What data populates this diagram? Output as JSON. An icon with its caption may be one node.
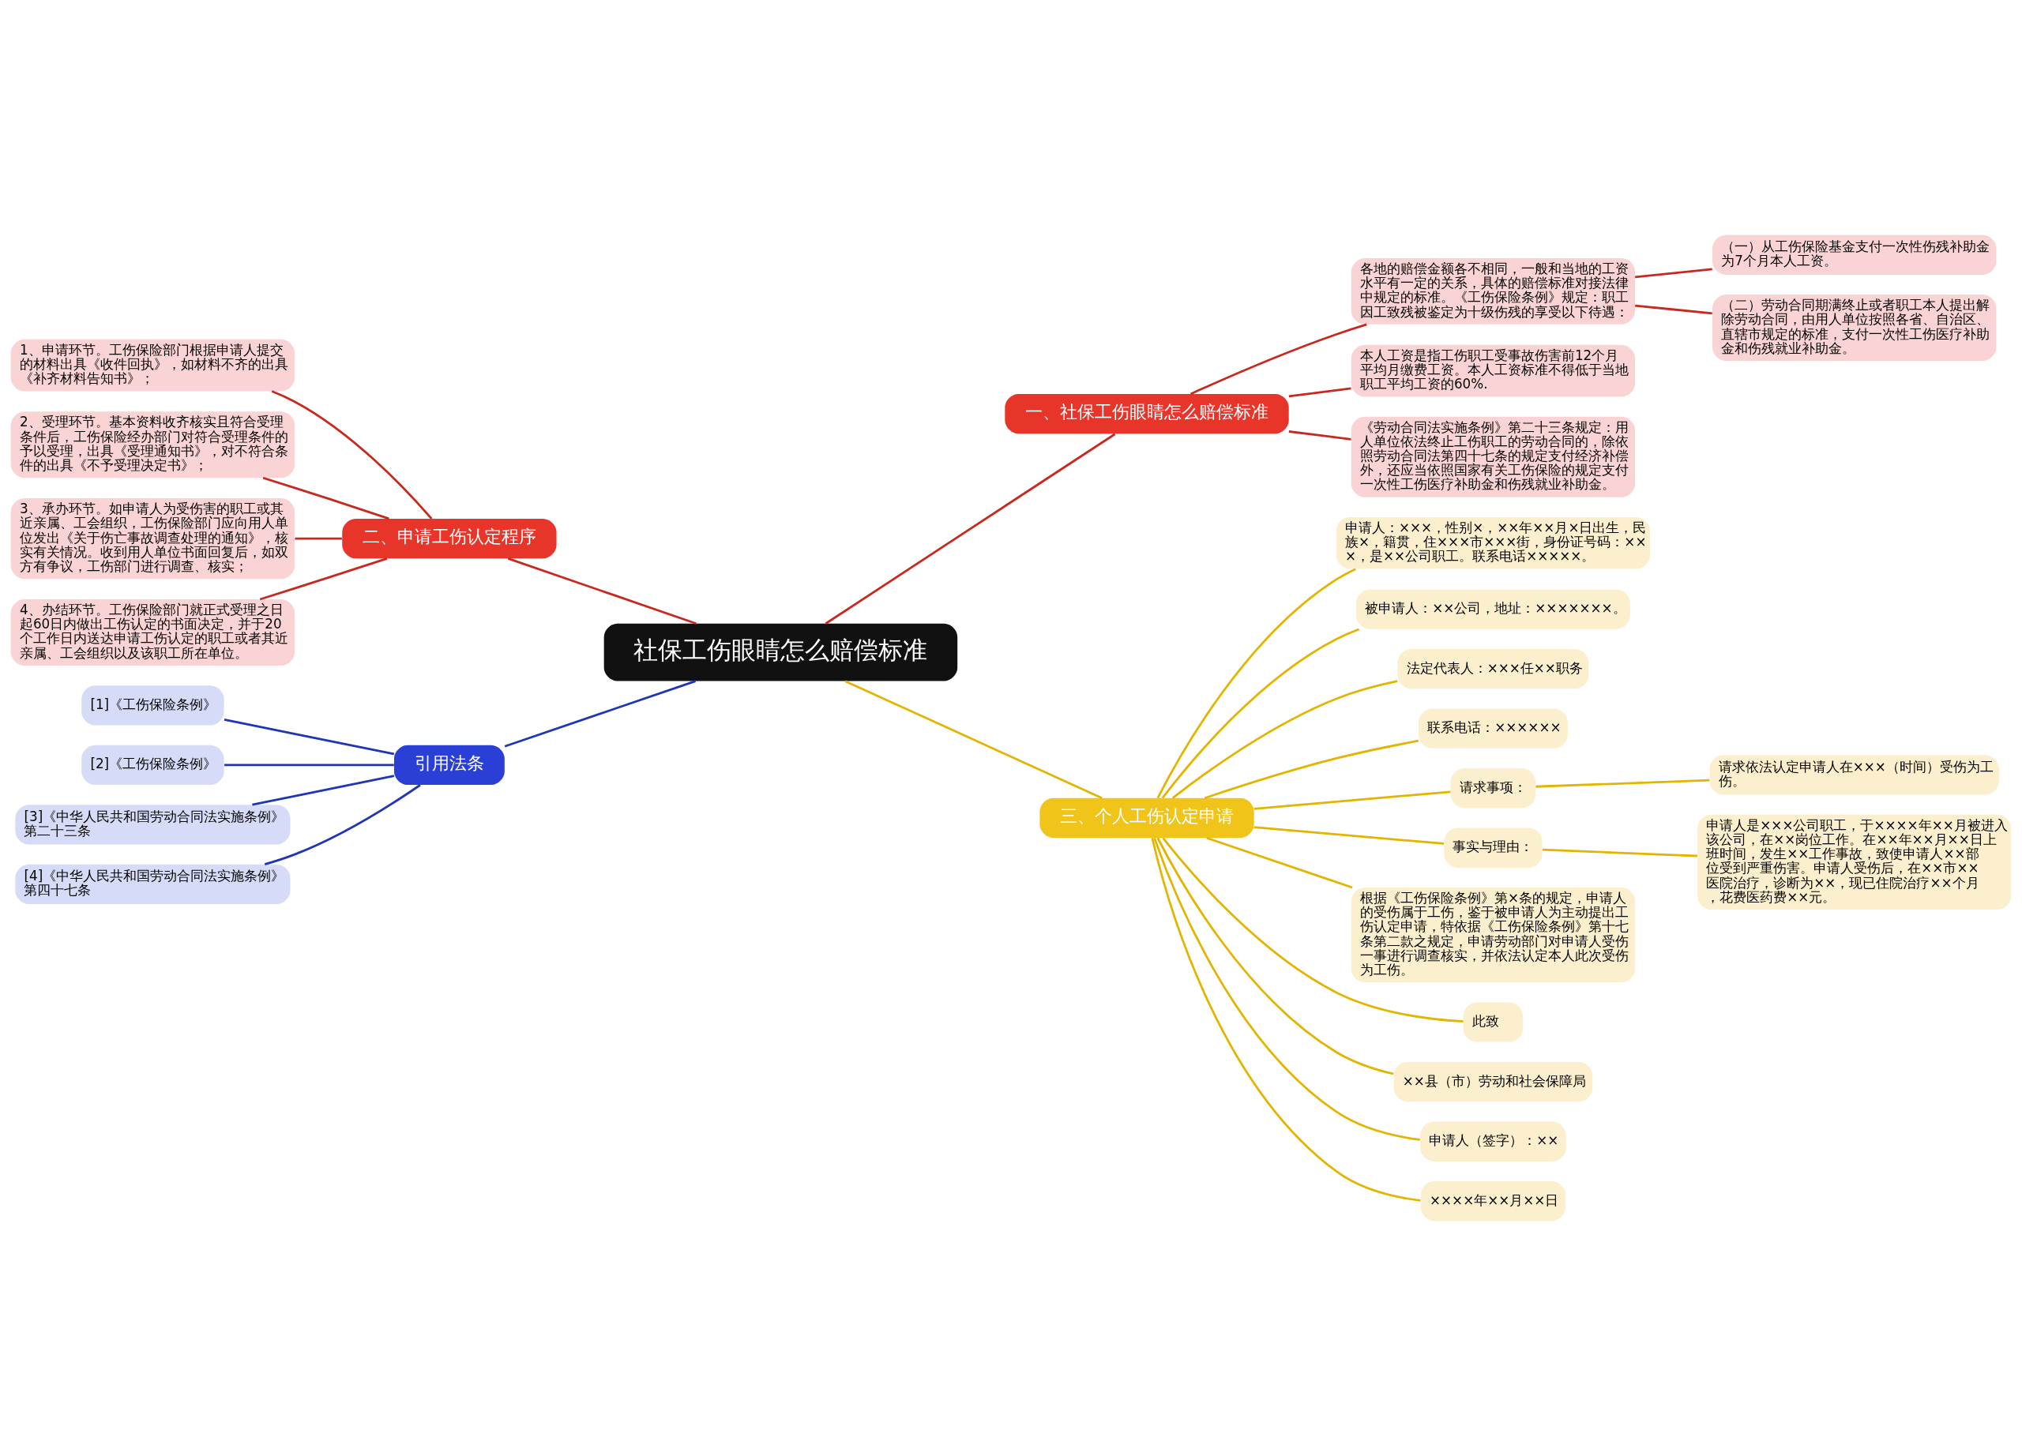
{
  "diagram": {
    "nodes": [
      {
        "text": [
          "社保工伤眼睛怎么赔偿标准"
        ]
      },
      {
        "text": [
          "一、社保工伤眼睛怎么赔偿标准"
        ]
      },
      {
        "text": [
          "各地的赔偿金额各不相同，一般和当地的工资水平有一定的关系，具体的赔偿标准对接法律中规定的标准。《工伤保险条例》规定：职工因工致残被鉴定为十级伤残的享受以下待遇："
        ]
      },
      {
        "text": [
          "（一）从工伤保险基金支付一次性伤残补助金为7个月本人工资。"
        ]
      },
      {
        "text": [
          "（二）劳动合同期满终止或者职工本人提出解除劳动合同，由用人单位按照各省、自治区、直辖市规定的标准，支付一次性工伤医疗补助金和伤残就业补助金。"
        ]
      },
      {
        "text": [
          "本人工资是指工伤职工受事故伤害前12个月平均月缴费工资。本人工资标准不得低于当地职工平均工资的60%."
        ]
      },
      {
        "text": [
          "《劳动合同法实施条例》第二十三条规定：用人单位依法终止工伤职工的劳动合同的，除依照劳动合同法第四十七条的规定支付经济补偿外，还应当依照国家有关工伤保险的规定支付一次性工伤医疗补助金和伤残就业补助金。"
        ]
      },
      {
        "text": [
          "二、申请工伤认定程序"
        ]
      },
      {
        "text": [
          "1、申请环节。工伤保险部门根据申请人提交的材料出具《收件回执》，如材料不齐的出具《补齐材料告知书》；"
        ]
      },
      {
        "text": [
          "2、受理环节。基本资料收齐核实且符合受理条件后，工伤保险经办部门对符合受理条件的予以受理，出具《受理通知书》，对不符合条件的出具《不予受理决定书》；"
        ]
      },
      {
        "text": [
          "3、承办环节。如申请人为受伤害的职工或其近亲属、工会组织，工伤保险部门应向用人单位发出《关于伤亡事故调查处理的通知》，核实有关情况。收到用人单位书面回复后，如双方有争议，工伤部门进行调查、核实；"
        ]
      },
      {
        "text": [
          "4、办结环节。工伤保险部门就正式受理之日起60日内做出工伤认定的书面决定，并于20个工作日内送达申请工伤认定的职工或者其近亲属、工会组织以及该职工所在单位。"
        ]
      },
      {
        "text": [
          "引用法条"
        ]
      },
      {
        "text": [
          "[1]《工伤保险条例》"
        ]
      },
      {
        "text": [
          "[2]《工伤保险条例》"
        ]
      },
      {
        "text": [
          "[3]《中华人民共和国劳动合同法实施条例》第二十三条"
        ]
      },
      {
        "text": [
          "[4]《中华人民共和国劳动合同法实施条例》第四十七条"
        ]
      },
      {
        "text": [
          "三、个人工伤认定申请"
        ]
      },
      {
        "text": [
          "申请人：×××，性别×，××年××月×日出生，民族×，籍贯，住×××市×××街，身份证号码：×××，是××公司职工。联系电话×××××。"
        ]
      },
      {
        "text": [
          "被申请人：××公司，地址：×××××××。"
        ]
      },
      {
        "text": [
          "法定代表人：×××任××职务"
        ]
      },
      {
        "text": [
          "联系电话：××××××"
        ]
      },
      {
        "text": [
          "请求事项："
        ]
      },
      {
        "text": [
          "请求依法认定申请人在×××（时间）受伤为工伤。"
        ]
      },
      {
        "text": [
          "事实与理由："
        ]
      },
      {
        "text": [
          "申请人是×××公司职工，于××××年××月被进入该公司，在××岗位工作。在××年××月××日上班时间，发生××工作事故，致使申请人××部位受到严重伤害。申请人受伤后，在××市××医院治疗，诊断为××，现已住院治疗××个月，花费医药费××元。"
        ]
      },
      {
        "text": [
          "根据《工伤保险条例》第×条的规定，申请人的受伤属于工伤，鉴于被申请人为主动提出工伤认定申请，特依据《工伤保险条例》第十七条第二款之规定，申请劳动部门对申请人受伤一事进行调查核实，并依法认定本人此次受伤为工伤。"
        ]
      },
      {
        "text": [
          "此致"
        ]
      },
      {
        "text": [
          "××县（市）劳动和社会保障局"
        ]
      },
      {
        "text": [
          "申请人（签字）：××"
        ]
      },
      {
        "text": [
          "××××年××月××日"
        ]
      }
    ],
    "edges": [
      {
        "from": 0,
        "to": 1,
        "arrow": "none",
        "color": "#c8281e"
      },
      {
        "from": 1,
        "to": 2,
        "arrow": "none",
        "color": "#c8281e"
      },
      {
        "from": 2,
        "to": 3,
        "arrow": "none",
        "color": "#c8281e"
      },
      {
        "from": 2,
        "to": 4,
        "arrow": "none",
        "color": "#c8281e"
      },
      {
        "from": 1,
        "to": 5,
        "arrow": "none",
        "color": "#c8281e"
      },
      {
        "from": 1,
        "to": 6,
        "arrow": "none",
        "color": "#c8281e"
      },
      {
        "from": 0,
        "to": 7,
        "arrow": "none",
        "color": "#c8281e"
      },
      {
        "from": 7,
        "to": 8,
        "arrow": "none",
        "color": "#c8281e"
      },
      {
        "from": 7,
        "to": 9,
        "arrow": "none",
        "color": "#c8281e"
      },
      {
        "from": 7,
        "to": 10,
        "arrow": "none",
        "color": "#c8281e"
      },
      {
        "from": 7,
        "to": 11,
        "arrow": "none",
        "color": "#c8281e"
      },
      {
        "from": 0,
        "to": 12,
        "arrow": "none",
        "color": "#1f35b8"
      },
      {
        "from": 12,
        "to": 13,
        "arrow": "none",
        "color": "#1f35b8"
      },
      {
        "from": 12,
        "to": 14,
        "arrow": "none",
        "color": "#1f35b8"
      },
      {
        "from": 12,
        "to": 15,
        "arrow": "none",
        "color": "#1f35b8"
      },
      {
        "from": 12,
        "to": 16,
        "arrow": "none",
        "color": "#1f35b8"
      },
      {
        "from": 0,
        "to": 17,
        "arrow": "none"
      },
      {
        "from": 17,
        "to": 18,
        "arrow": "none"
      },
      {
        "from": 17,
        "to": 19,
        "arrow": "none"
      },
      {
        "from": 17,
        "to": 20,
        "arrow": "none"
      },
      {
        "from": 17,
        "to": 21,
        "arrow": "none"
      },
      {
        "from": 17,
        "to": 22,
        "arrow": "none"
      },
      {
        "from": 22,
        "to": 23,
        "arrow": "none"
      },
      {
        "from": 17,
        "to": 24,
        "arrow": "none"
      },
      {
        "from": 24,
        "to": 25,
        "arrow": "none"
      },
      {
        "from": 17,
        "to": 26,
        "arrow": "none"
      },
      {
        "from": 17,
        "to": 27,
        "arrow": "none"
      },
      {
        "from": 17,
        "to": 28,
        "arrow": "none"
      },
      {
        "from": 17,
        "to": 29,
        "arrow": "none"
      },
      {
        "from": 17,
        "to": 30,
        "arrow": "none"
      }
    ]
  }
}
